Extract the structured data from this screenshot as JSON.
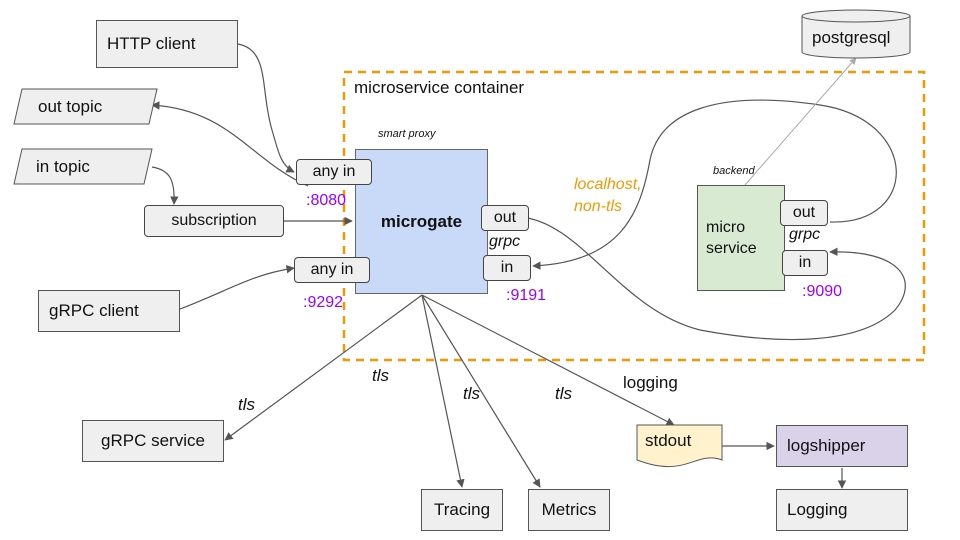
{
  "container": {
    "label": "microservice container",
    "border_color": "#f29900"
  },
  "external": {
    "http_client": "HTTP client",
    "out_topic": "out topic",
    "in_topic": "in topic",
    "subscription": "subscription",
    "grpc_client": "gRPC client",
    "grpc_service": "gRPC service",
    "tracing": "Tracing",
    "metrics": "Metrics",
    "stdout": "stdout",
    "logshipper": "logshipper",
    "logging_box": "Logging",
    "postgresql": "postgresql"
  },
  "proxy": {
    "caption": "smart proxy",
    "name": "microgate",
    "port_any_in_top": "any in",
    "port_any_in_bottom": "any in",
    "port_out": "out",
    "port_in": "in",
    "port_8080": ":8080",
    "port_9292": ":9292",
    "port_9191": ":9191",
    "grpc_label": "grpc",
    "fill": "#c9daf8"
  },
  "backend": {
    "caption": "backend",
    "name_line1": "micro",
    "name_line2": "service",
    "port_out": "out",
    "port_in": "in",
    "grpc_label": "grpc",
    "port_9090": ":9090",
    "fill": "#d9ead3"
  },
  "edge_labels": {
    "localhost_line1": "localhost,",
    "localhost_line2": "non-tls",
    "tls_1": "tls",
    "tls_2": "tls",
    "tls_3": "tls",
    "tls_4": "tls",
    "logging": "logging"
  },
  "colors": {
    "stdout_fill": "#fff2cc",
    "logshipper_fill": "#d9d2e9",
    "port_color": "#9900ff",
    "localhost_color": "#f29900"
  }
}
